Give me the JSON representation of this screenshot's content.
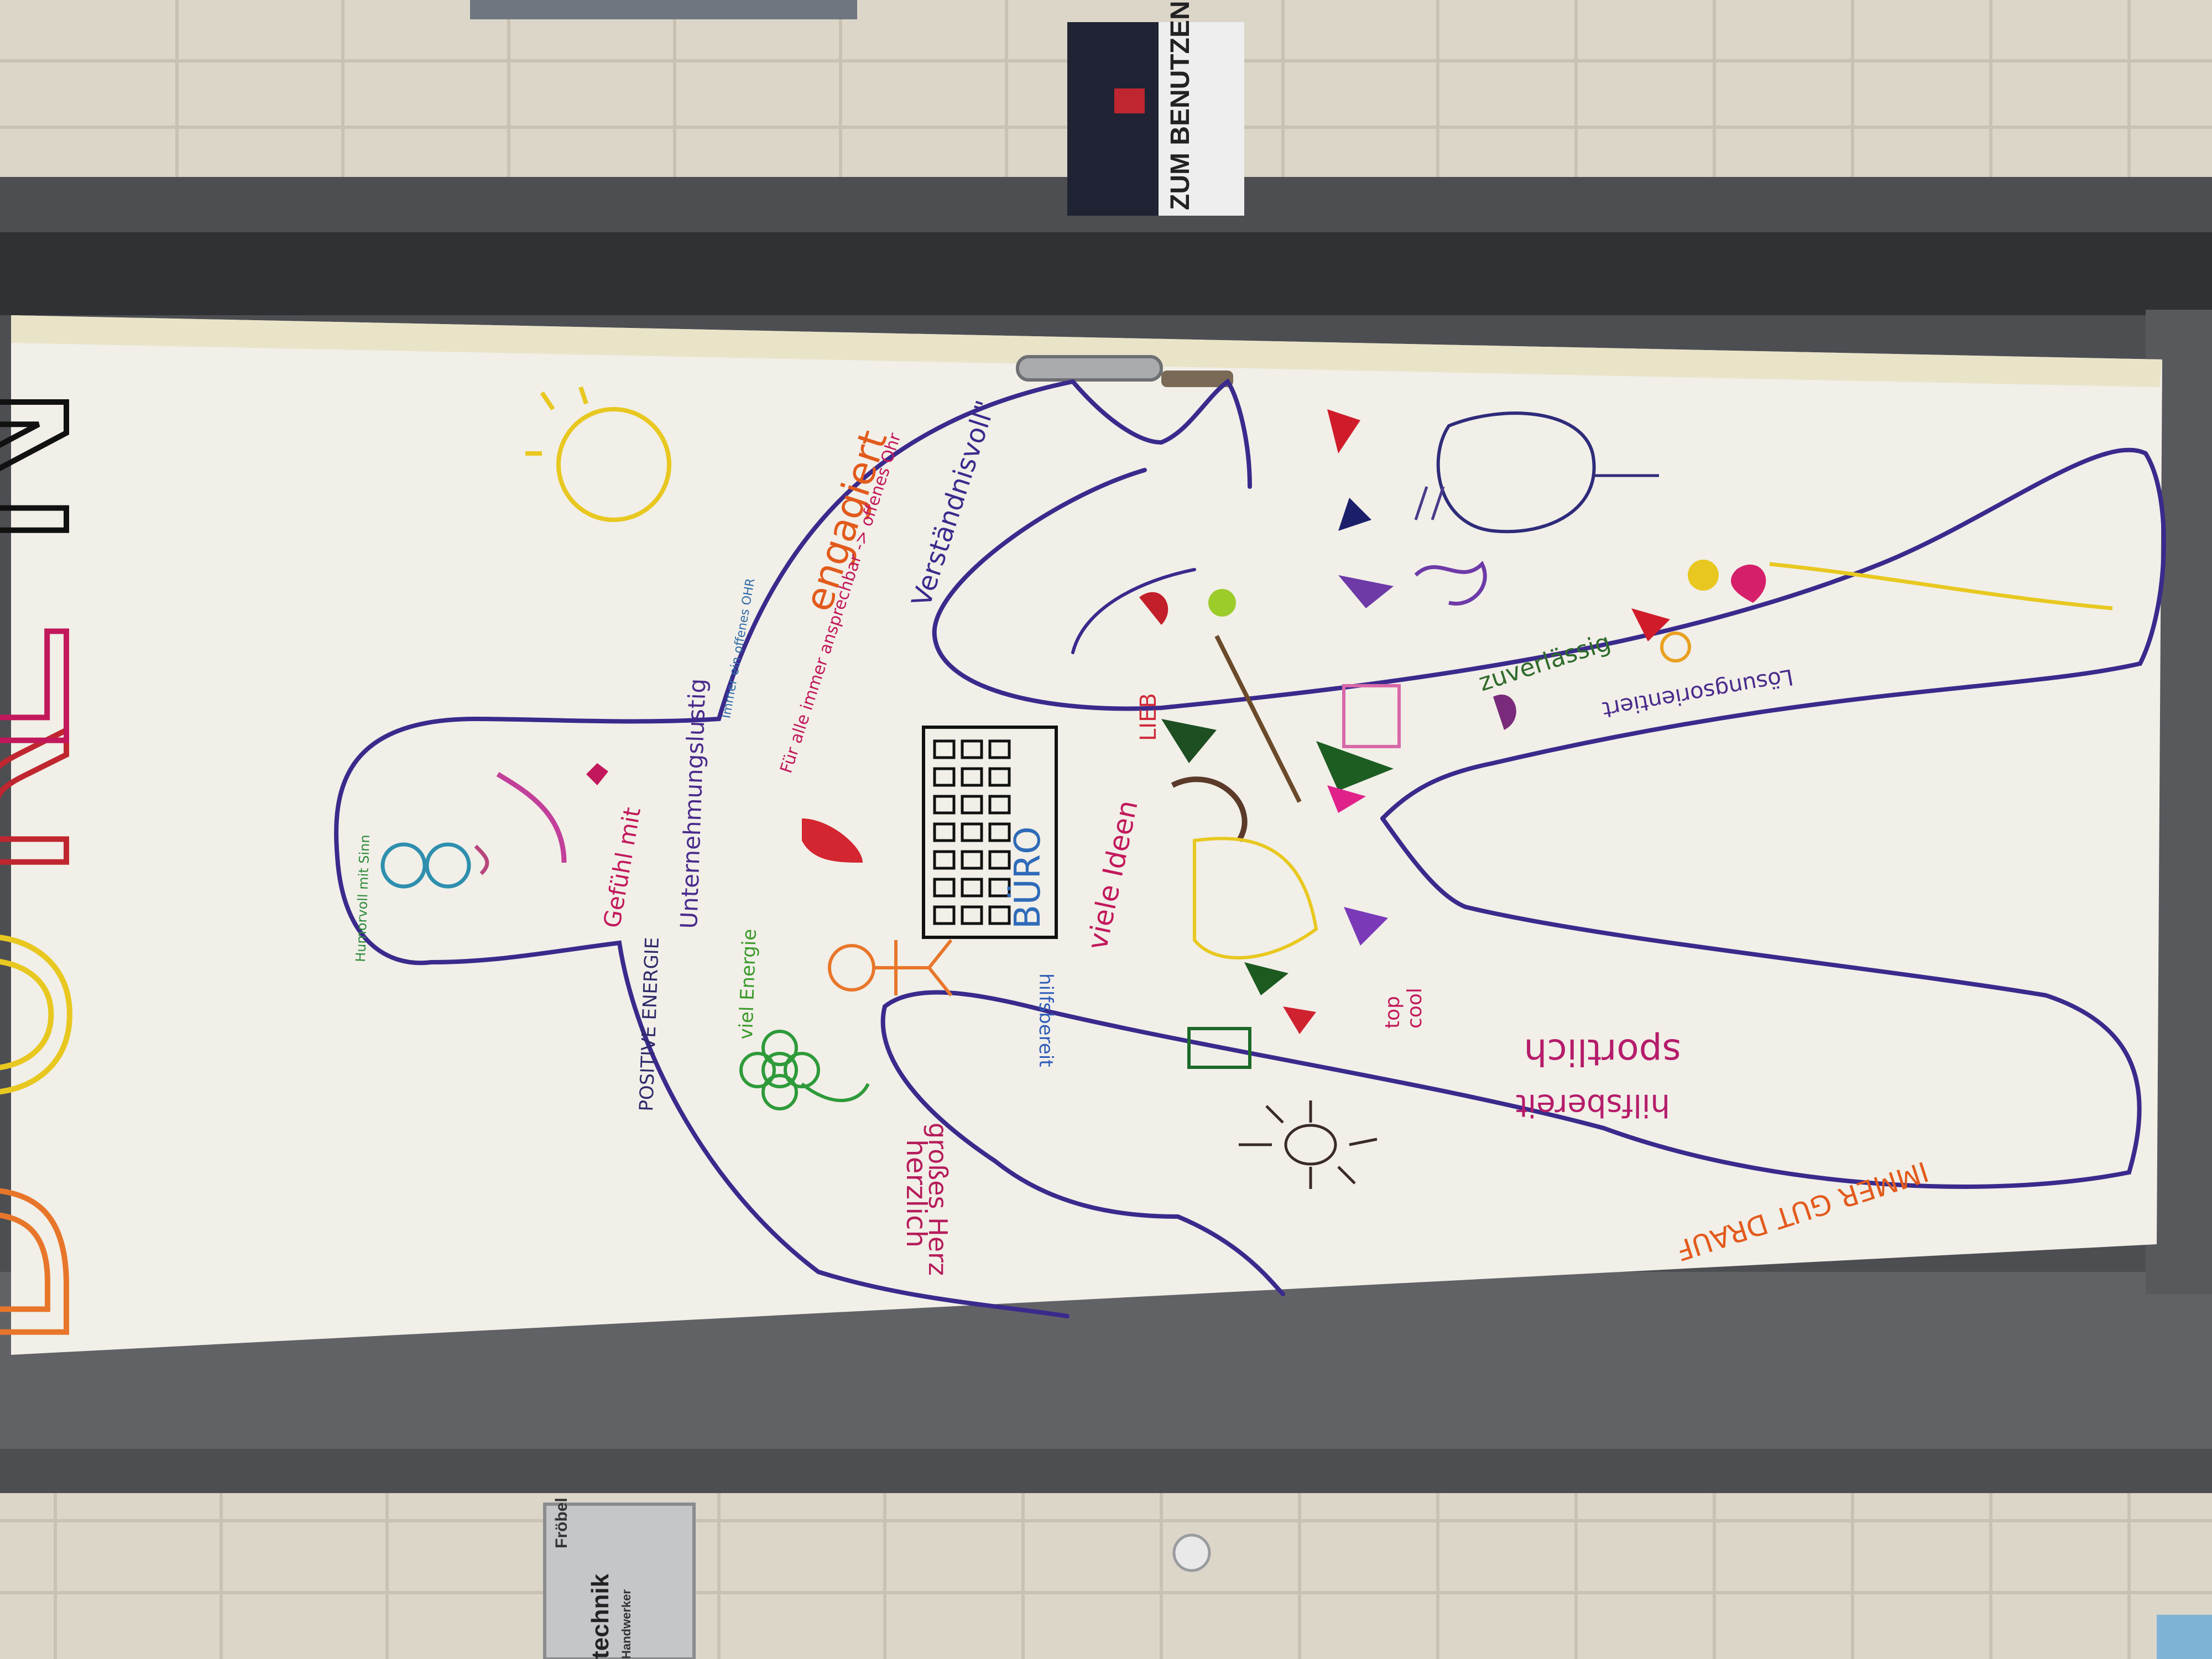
{
  "poster": {
    "title_letters": [
      "D",
      "O",
      "R",
      "E",
      "N"
    ],
    "words": {
      "engagiert": "engagiert",
      "verstaendnisvoll": "Verständnisvoll\"",
      "unternehmungslustig": "Unternehmungslustig",
      "immer_offenes_ohr": "Immer ein offenes OHR",
      "fuer_alle": "Für alle immer ansprechbar -> offenes Ohr",
      "gefuehl": "Gefühl mit",
      "humor": "Humorvoll mit Sinn",
      "positive_energie": "POSITIVE ENERGIE",
      "viel_energie": "viel Energie",
      "hilfsbereit_small": "hilfsbereit",
      "herzlich": "herzlich",
      "grosses_herz": "großes Herz",
      "viele_ideen": "viele Ideen",
      "zuverlaessig": "zuverlässig",
      "loesungsorientiert": "Lösungsorientiert",
      "sportlich": "sportlich",
      "hilfsbereit_big": "hilfsbereit",
      "immer_gut_drauf": "IMMER GUT DRAUF",
      "buero": "BÜRO",
      "lieb": "LIEB",
      "top": "top",
      "cool": "cool"
    }
  },
  "sign_box": {
    "label": "ZUM BENUTZEN"
  },
  "door_plate": {
    "brand": "Fröbel",
    "label": "technik",
    "sublabel": "Handwerker"
  },
  "colors": {
    "outline": "#3a2a8c",
    "paper": "#f1efe8",
    "wall": "#dcd6c9",
    "frame": "#55565a"
  }
}
